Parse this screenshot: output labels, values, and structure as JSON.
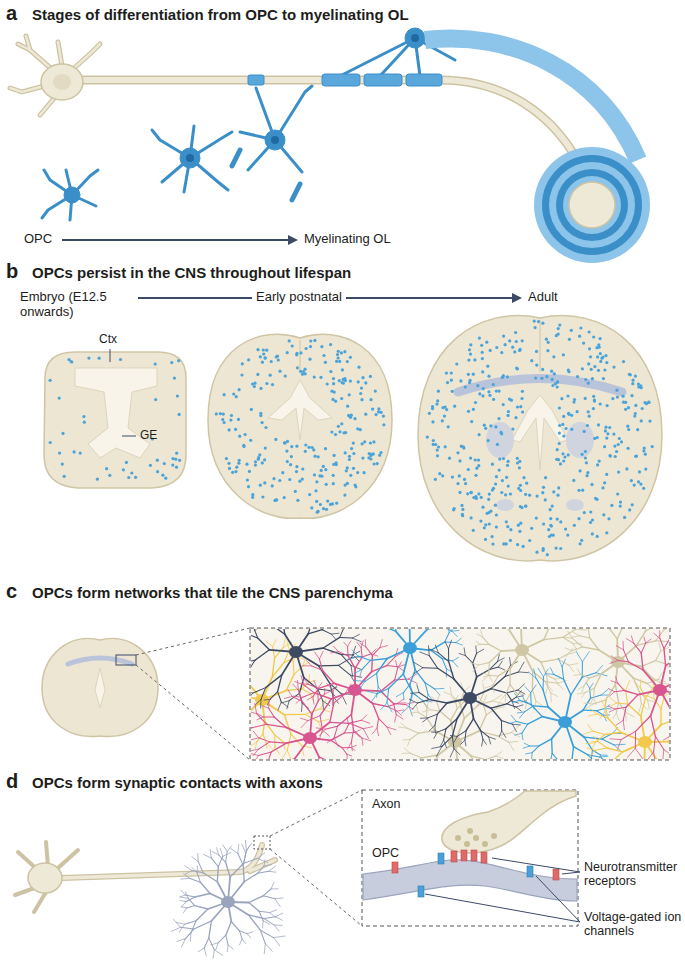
{
  "diagram": {
    "labels": [
      "a",
      "Stages of differentiation from OPC to myelinating OL",
      "OPC",
      "Myelinating OL",
      "b",
      "OPCs persist in the CNS throughout lifespan",
      "Embryo (E12.5 onwards)",
      "Early postnatal",
      "Adult",
      "Ctx",
      "GE",
      "c",
      "OPCs form networks that tile the CNS parenchyma",
      "d",
      "OPCs form synaptic contacts with axons",
      "Axon",
      "OPC",
      "Neurotransmitter receptors",
      "Voltage-gated ion channels"
    ]
  }
}
